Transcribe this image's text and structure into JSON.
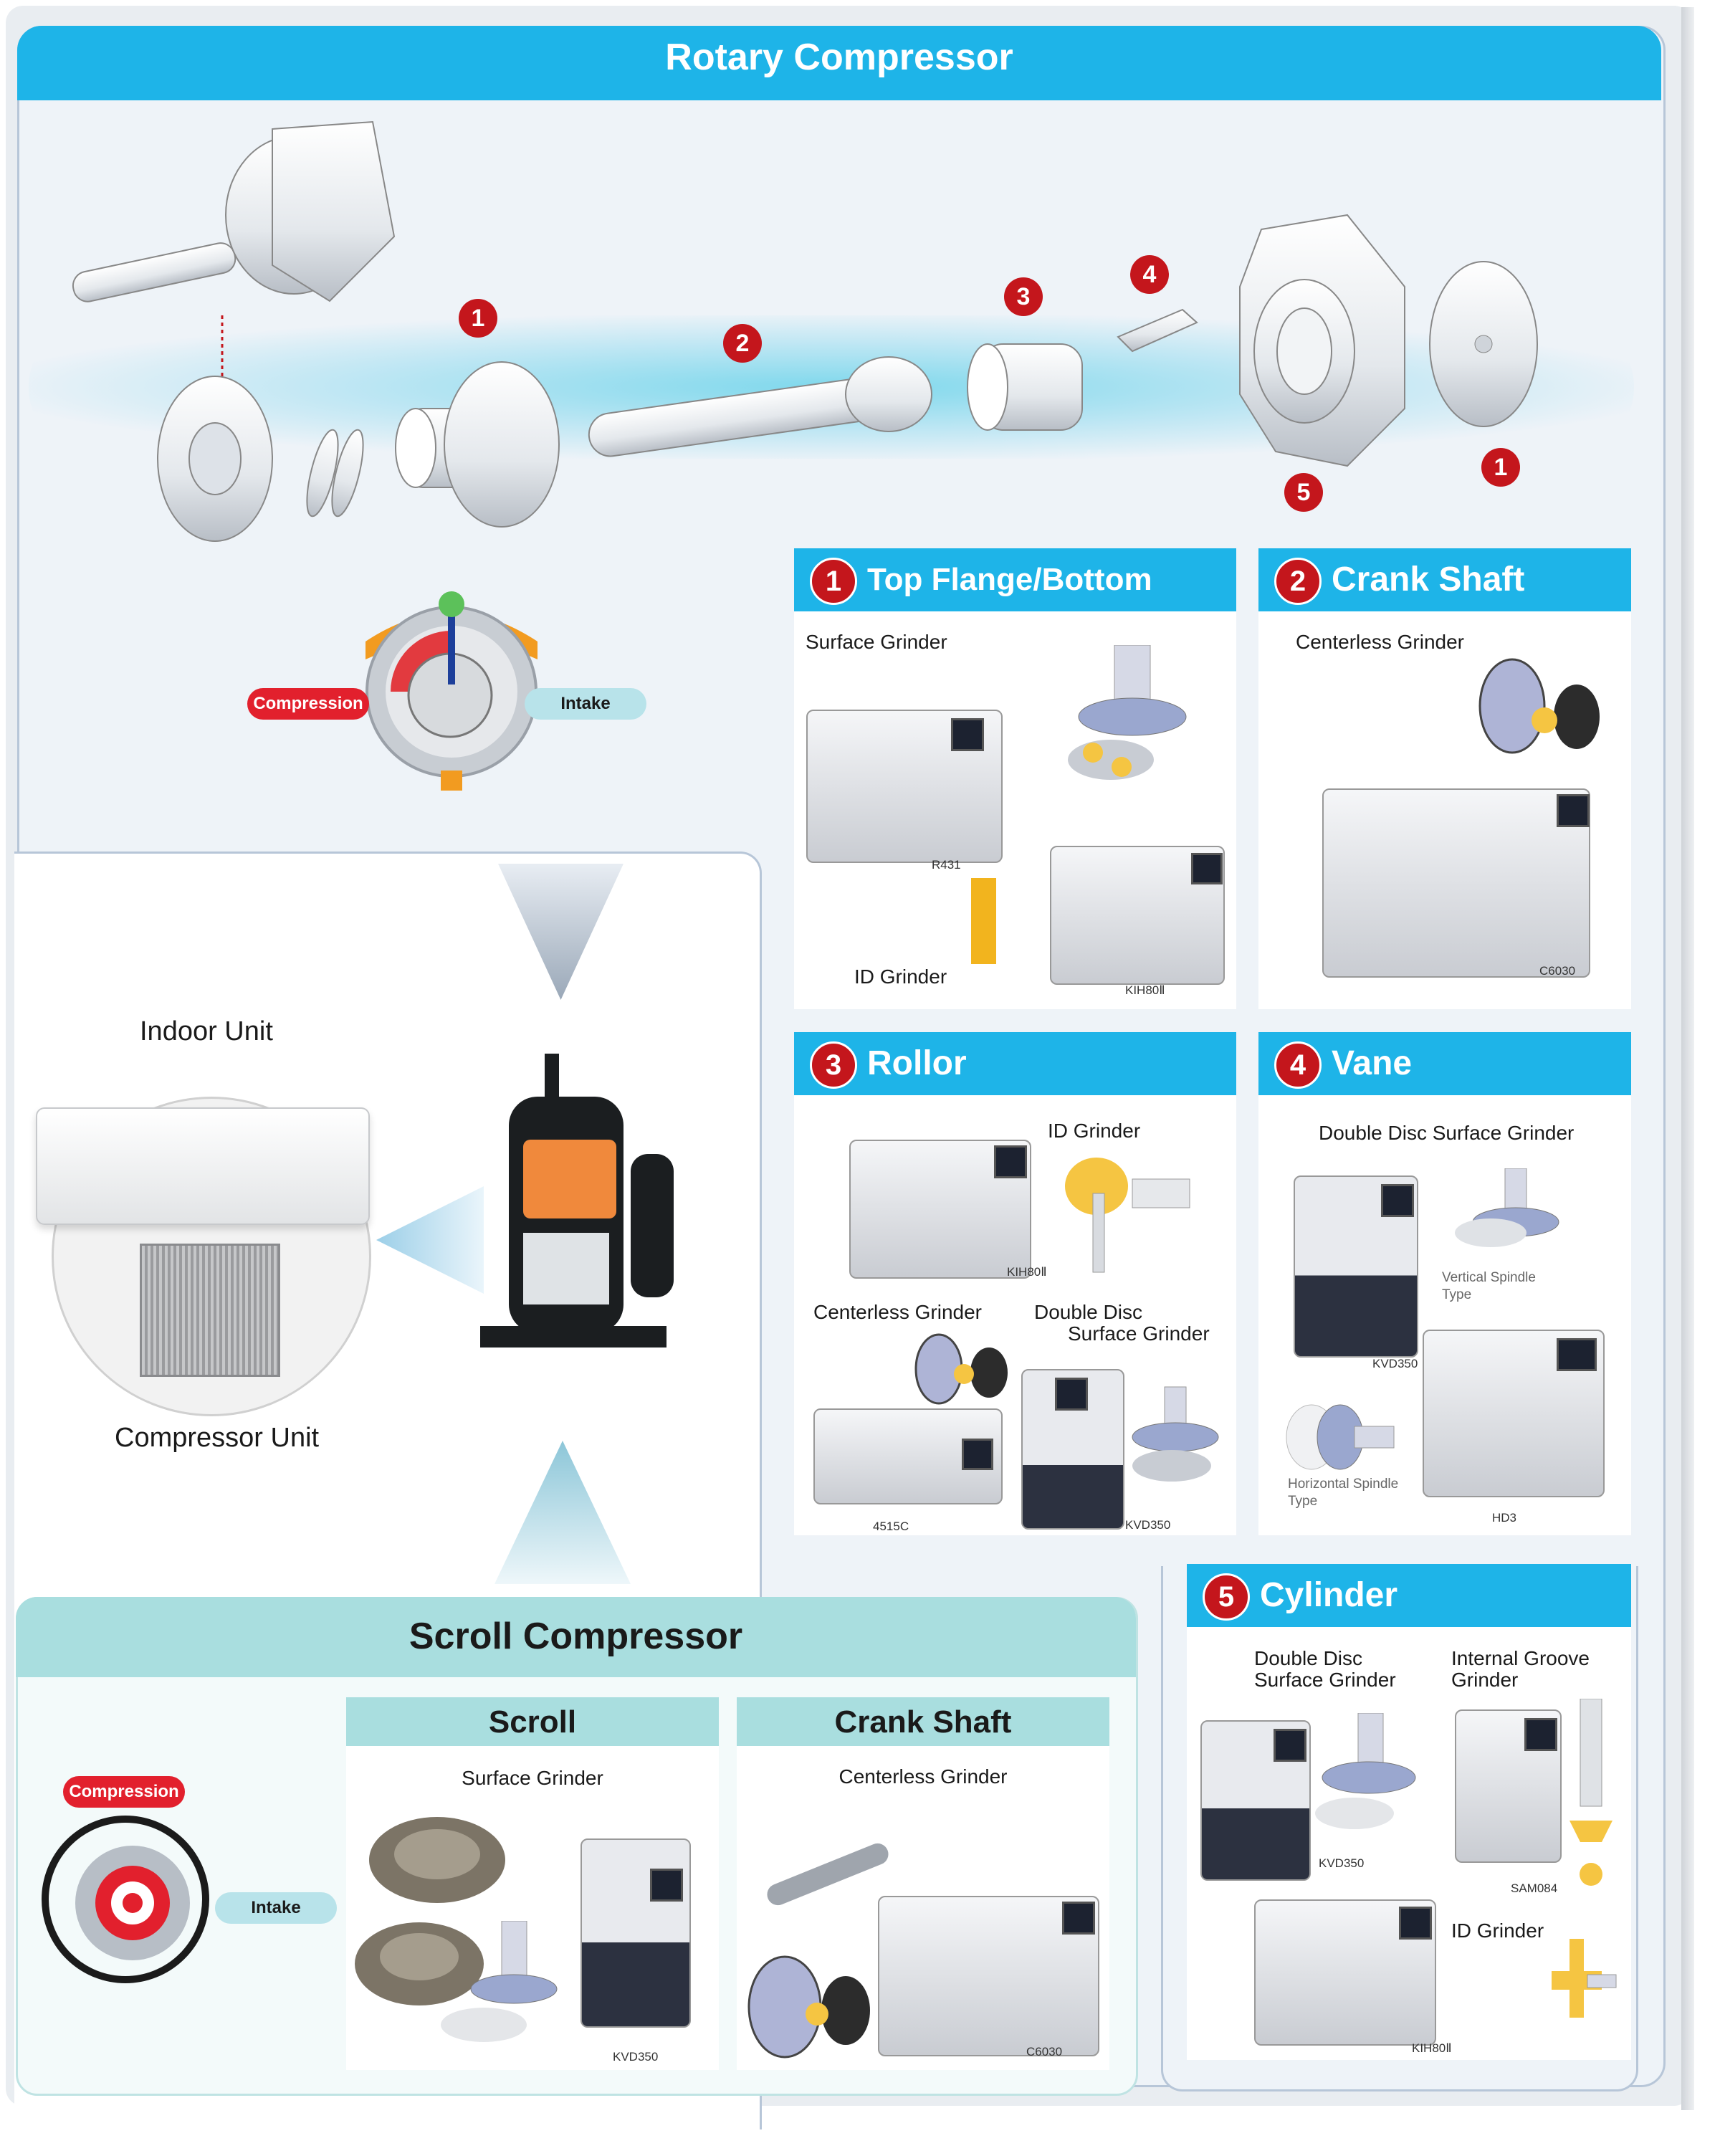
{
  "rotary": {
    "title": "Rotary Compressor",
    "callouts": [
      "1",
      "2",
      "3",
      "4",
      "1",
      "5"
    ],
    "compression_label": "Compression",
    "intake_label": "Intake"
  },
  "sections": {
    "flange": {
      "num": "1",
      "title": "Top Flange/Bottom Flange",
      "sub1": "Surface Grinder",
      "model1": "R431",
      "sub2": "ID Grinder",
      "model2": "KIH80Ⅱ"
    },
    "crank": {
      "num": "2",
      "title": "Crank Shaft",
      "sub1": "Centerless Grinder",
      "model1": "C6030"
    },
    "rollor": {
      "num": "3",
      "title": "Rollor",
      "sub1": "ID Grinder",
      "model1": "KIH80Ⅱ",
      "sub2": "Centerless Grinder",
      "sub3a": "Double Disc",
      "sub3b": "Surface Grinder",
      "model2": "4515C",
      "model3": "KVD350"
    },
    "vane": {
      "num": "4",
      "title": "Vane",
      "sub1": "Double Disc Surface Grinder",
      "vert_a": "Vertical Spindle",
      "vert_b": "Type",
      "model1": "KVD350",
      "horiz_a": "Horizontal Spindle",
      "horiz_b": "Type",
      "model2": "HD3"
    },
    "cylinder": {
      "num": "5",
      "title": "Cylinder",
      "sub1a": "Double Disc",
      "sub1b": "Surface Grinder",
      "sub2a": "Internal Groove",
      "sub2b": "Grinder",
      "model1": "KVD350",
      "model2": "SAM084",
      "sub3": "ID Grinder",
      "model3": "KIH80Ⅱ"
    }
  },
  "aircon": {
    "indoor": "Indoor Unit",
    "compressor": "Compressor Unit"
  },
  "scroll": {
    "title": "Scroll Compressor",
    "compression_label": "Compression",
    "intake_label": "Intake",
    "scroll_col": {
      "title": "Scroll",
      "sub": "Surface Grinder",
      "model": "KVD350"
    },
    "crank_col": {
      "title": "Crank Shaft",
      "sub": "Centerless Grinder",
      "model": "C6030"
    }
  },
  "colors": {
    "header_blue": "#1eb4e8",
    "teal_header": "#a9dedf",
    "badge_red": "#c4161c"
  }
}
